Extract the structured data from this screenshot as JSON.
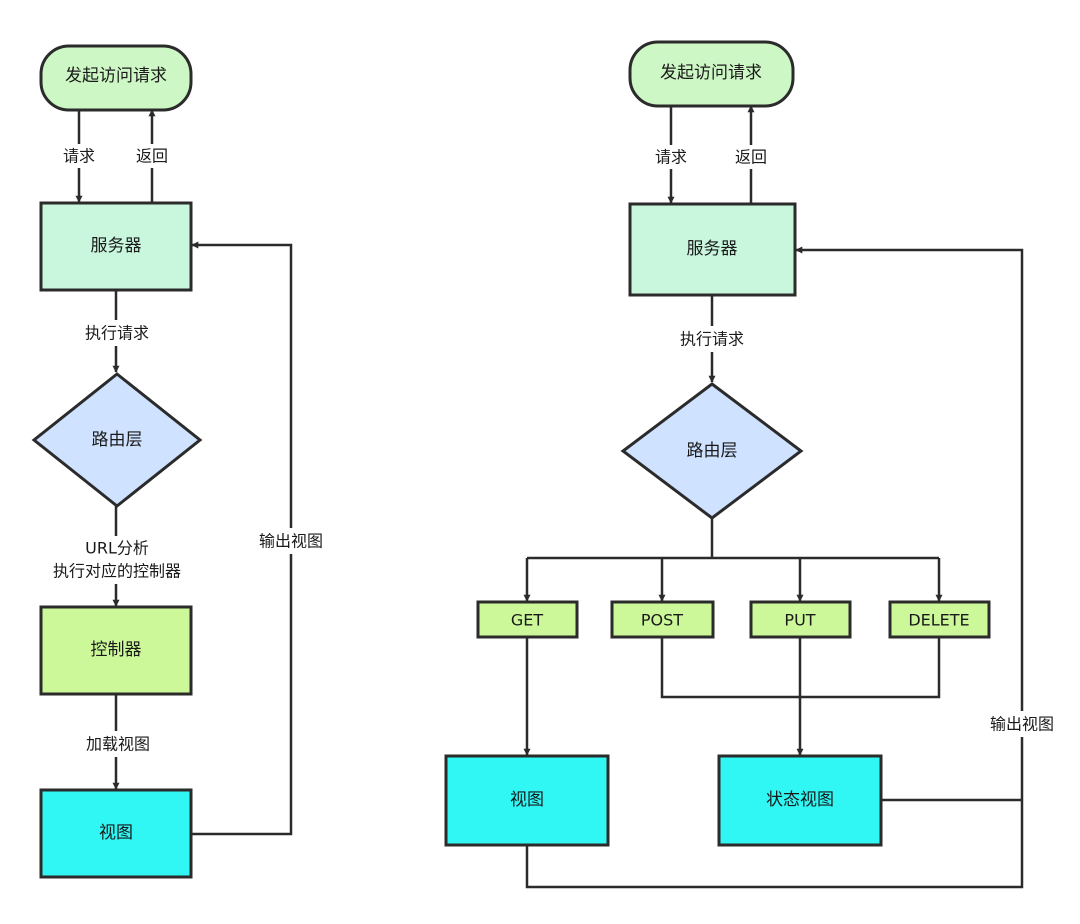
{
  "colors": {
    "terminal": "#cdf7c4",
    "server": "#c8f7dd",
    "router": "#cfe2ff",
    "controller": "#ccf89a",
    "method": "#ccf89a",
    "view": "#30f7f4",
    "line": "#2b2b2b"
  },
  "left_flow": {
    "start": "发起访问请求",
    "request_label": "请求",
    "return_label": "返回",
    "server": "服务器",
    "execute_label": "执行请求",
    "router": "路由层",
    "url_label_line1": "URL分析",
    "url_label_line2": "执行对应的控制器",
    "controller": "控制器",
    "load_label": "加载视图",
    "view": "视图",
    "output_label": "输出视图"
  },
  "right_flow": {
    "start": "发起访问请求",
    "request_label": "请求",
    "return_label": "返回",
    "server": "服务器",
    "execute_label": "执行请求",
    "router": "路由层",
    "methods": [
      "GET",
      "POST",
      "PUT",
      "DELETE"
    ],
    "view": "视图",
    "status_view": "状态视图",
    "output_label": "输出视图"
  }
}
